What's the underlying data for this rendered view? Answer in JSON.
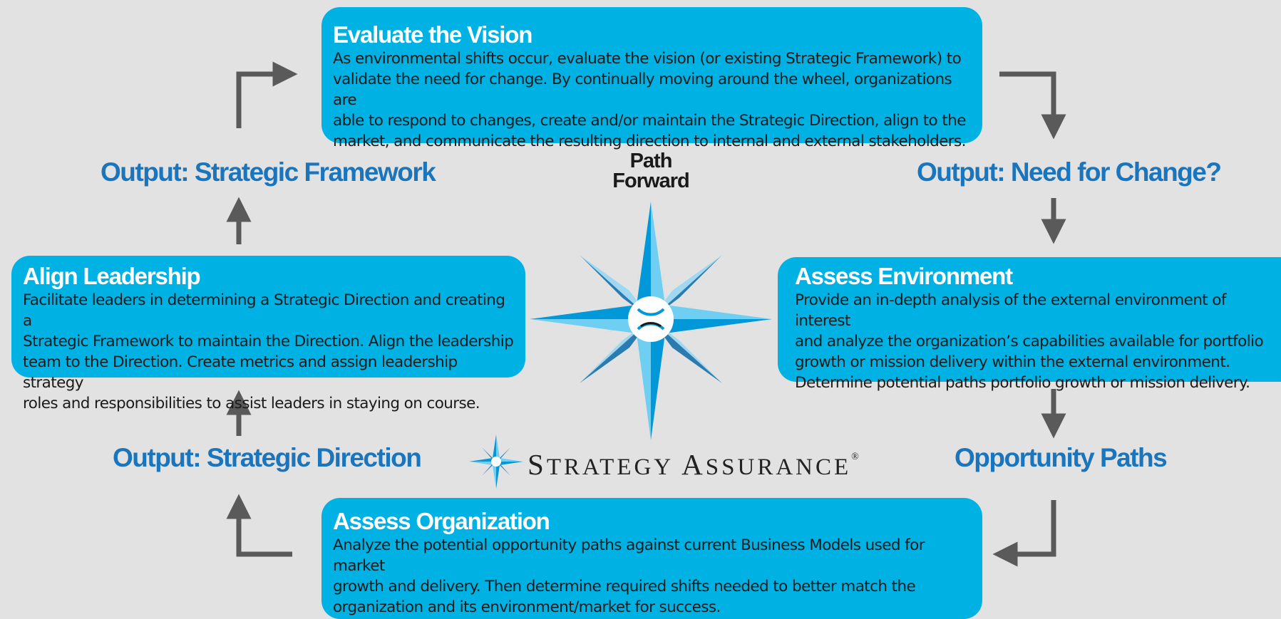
{
  "boxes": {
    "evaluate": {
      "title": "Evaluate the Vision",
      "lines": [
        "As environmental shifts occur, evaluate the vision (or existing Strategic Framework) to",
        "validate the need for change. By continually moving around the wheel, organizations are",
        "able to respond to changes, create and/or maintain the Strategic Direction, align to the",
        "market, and communicate the resulting direction to internal and external stakeholders."
      ]
    },
    "align": {
      "title": "Align Leadership",
      "lines": [
        "Facilitate leaders in determining a Strategic Direction and creating a",
        "Strategic Framework to maintain the Direction. Align the leadership",
        "team to the Direction. Create metrics and assign leadership strategy",
        "roles and responsibilities to assist leaders in staying on course."
      ]
    },
    "assess_env": {
      "title": "Assess Environment",
      "lines": [
        "Provide an in-depth analysis of the external environment of interest",
        "and analyze the organization’s capabilities available for portfolio",
        "growth or mission delivery within the external environment.",
        "Determine potential paths portfolio growth or mission delivery."
      ]
    },
    "assess_org": {
      "title": "Assess Organization",
      "lines": [
        "Analyze the potential opportunity paths against current Business Models used for market",
        "growth and delivery. Then determine required shifts needed to better match the",
        "organization and its environment/market for success."
      ]
    }
  },
  "outputs": {
    "framework": "Output: Strategic Framework",
    "change": "Output: Need for Change?",
    "direction": "Output: Strategic Direction",
    "paths": "Opportunity Paths"
  },
  "center": {
    "label_line1": "Path",
    "label_line2": "Forward"
  },
  "brand": {
    "s1": "S",
    "rest1": "TRATEGY ",
    "s2": "A",
    "rest2": "SSURANCE",
    "mark": "®"
  },
  "colors": {
    "box": "#00b1e3",
    "output_text": "#1b75bc",
    "arrow": "#5a5a5a",
    "background": "#e2e2e2"
  },
  "icons": [
    "compass-star-icon",
    "brand-star-icon",
    "cycle-arrow-icon"
  ]
}
